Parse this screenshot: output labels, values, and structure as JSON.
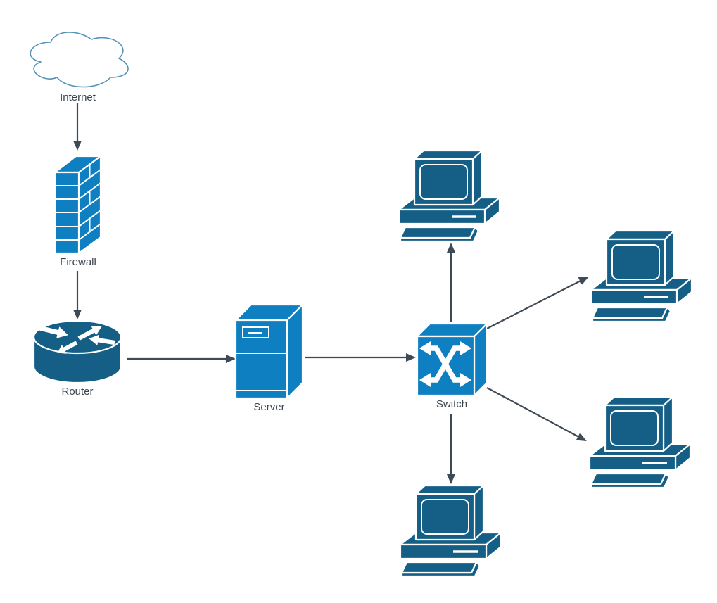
{
  "colors": {
    "background": "#ffffff",
    "node_primary": "#0e7fc1",
    "node_secondary": "#155f87",
    "node_stroke": "#ffffff",
    "cloud_fill": "#ffffff",
    "cloud_stroke": "#5592b8",
    "connector": "#3e4a55",
    "label": "#3b4550"
  },
  "nodes": {
    "internet": {
      "label": "Internet",
      "type": "cloud"
    },
    "firewall": {
      "label": "Firewall",
      "type": "firewall"
    },
    "router": {
      "label": "Router",
      "type": "router"
    },
    "server": {
      "label": "Server",
      "type": "server"
    },
    "switch": {
      "label": "Switch",
      "type": "switch"
    },
    "workstation_top": {
      "label": "",
      "type": "workstation"
    },
    "workstation_right_top": {
      "label": "",
      "type": "workstation"
    },
    "workstation_right_bottom": {
      "label": "",
      "type": "workstation"
    },
    "workstation_bottom": {
      "label": "",
      "type": "workstation"
    }
  },
  "edges": [
    {
      "from": "internet",
      "to": "firewall"
    },
    {
      "from": "firewall",
      "to": "router"
    },
    {
      "from": "router",
      "to": "server"
    },
    {
      "from": "server",
      "to": "switch"
    },
    {
      "from": "switch",
      "to": "workstation_top"
    },
    {
      "from": "switch",
      "to": "workstation_right_top"
    },
    {
      "from": "switch",
      "to": "workstation_right_bottom"
    },
    {
      "from": "switch",
      "to": "workstation_bottom"
    }
  ]
}
